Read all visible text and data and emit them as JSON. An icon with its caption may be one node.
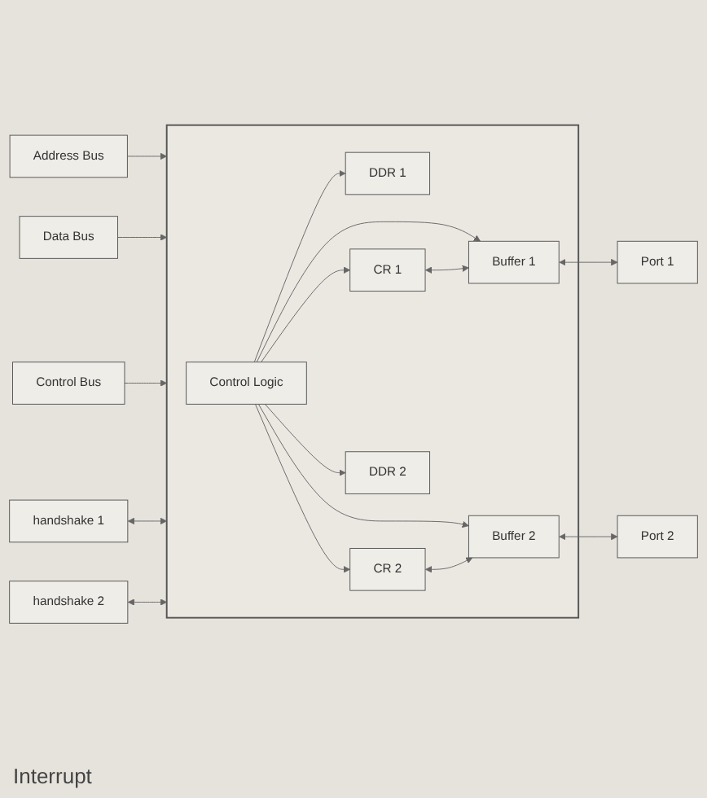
{
  "diagram": {
    "nodes": [
      {
        "text": [],
        "shape": "box"
      },
      {
        "text": [
          "DDR 1"
        ],
        "in": 0
      },
      {
        "text": [
          "CR 1"
        ],
        "in": 0
      },
      {
        "text": [
          "Buffer 1"
        ],
        "in": 0
      },
      {
        "text": [
          "Control Logic"
        ],
        "in": 0
      },
      {
        "text": [
          "CR 2"
        ],
        "in": 0
      },
      {
        "text": [
          "Buffer 2"
        ],
        "in": 0
      },
      {
        "text": [
          "DDR 2"
        ],
        "in": 0
      },
      {
        "text": [
          "Address Bus"
        ]
      },
      {
        "text": [
          "Data Bus"
        ]
      },
      {
        "text": [
          "Control Bus"
        ]
      },
      {
        "text": [
          "handshake 1"
        ]
      },
      {
        "text": [
          "Port 1"
        ]
      },
      {
        "text": [
          "Port 2"
        ]
      },
      {
        "text": [
          "handshake 2"
        ]
      }
    ],
    "edges": [
      {
        "from": 8,
        "to": 0,
        "arrow": "to"
      },
      {
        "from": 9,
        "to": 0,
        "arrow": "to"
      },
      {
        "from": 10,
        "to": 0,
        "arrow": "to"
      },
      {
        "from": 4,
        "to": 1,
        "arrow": "to"
      },
      {
        "from": 4,
        "to": 2,
        "arrow": "to"
      },
      {
        "from": 4,
        "to": 3,
        "arrow": "to"
      },
      {
        "from": 2,
        "to": 3,
        "arrow": "both"
      },
      {
        "from": 4,
        "to": 7,
        "arrow": "to"
      },
      {
        "from": 4,
        "to": 5,
        "arrow": "to"
      },
      {
        "from": 4,
        "to": 6,
        "arrow": "to"
      },
      {
        "from": 5,
        "to": 6,
        "arrow": "both"
      },
      {
        "from": 3,
        "to": 12,
        "arrow": "both"
      },
      {
        "from": 6,
        "to": 13,
        "arrow": "both"
      },
      {
        "from": 0,
        "to": 11,
        "arrow": "both"
      },
      {
        "from": 0,
        "to": 14,
        "arrow": "both"
      }
    ],
    "labels": [
      "Interrupt"
    ]
  }
}
